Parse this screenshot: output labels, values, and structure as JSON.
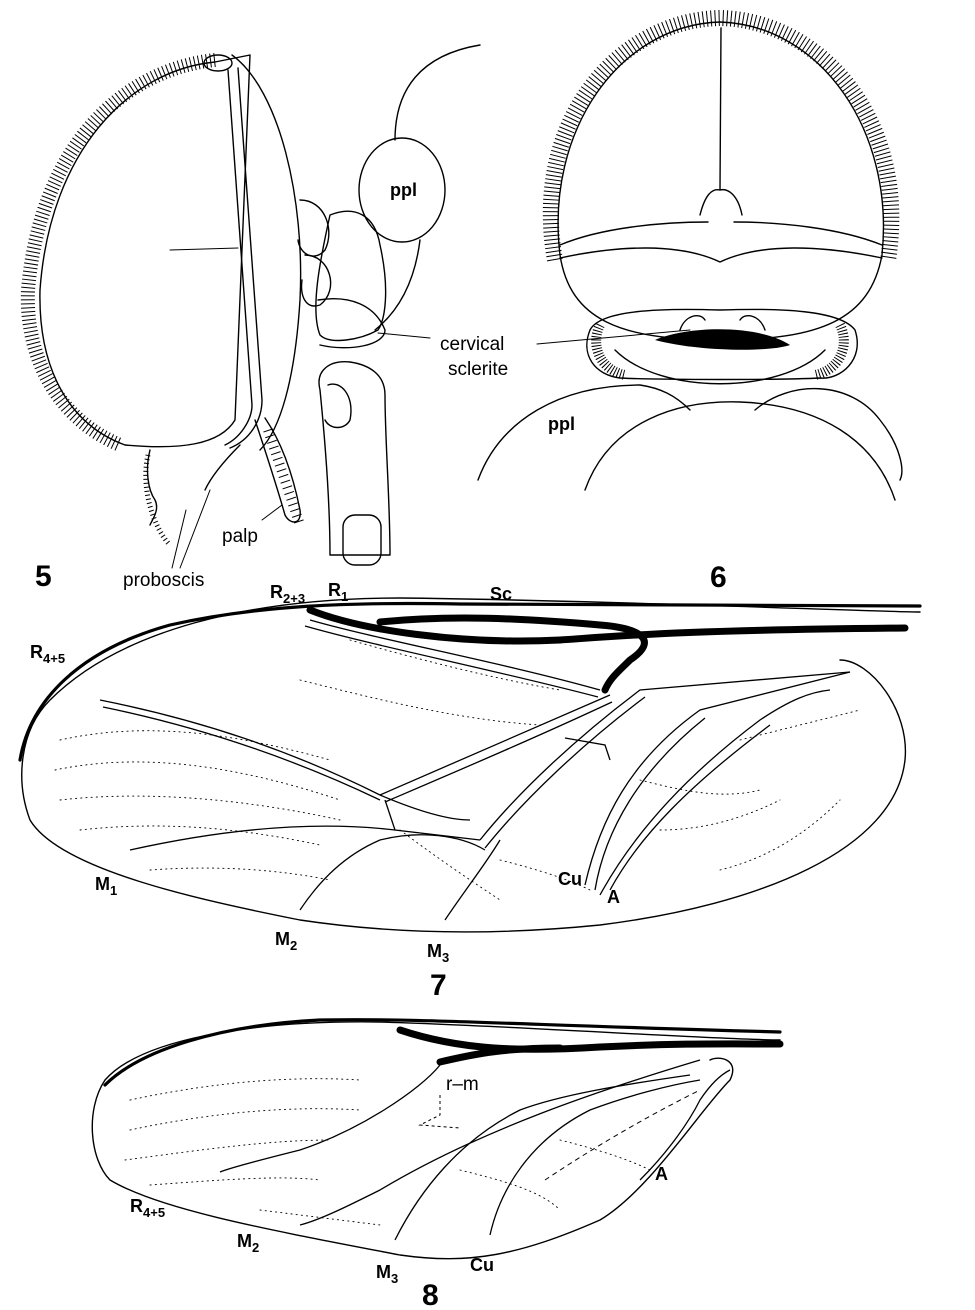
{
  "figures": {
    "fig5": {
      "number": "5",
      "labels": {
        "ppl": "ppl",
        "cervical": "cervical",
        "sclerite": "sclerite",
        "palp": "palp",
        "proboscis": "proboscis"
      }
    },
    "fig6": {
      "number": "6",
      "labels": {
        "ppl": "ppl"
      }
    },
    "fig7": {
      "number": "7",
      "labels": {
        "r23_base": "R",
        "r23_sub": "2+3",
        "r1_base": "R",
        "r1_sub": "1",
        "sc": "Sc",
        "r45_base": "R",
        "r45_sub": "4+5",
        "m1_base": "M",
        "m1_sub": "1",
        "m2_base": "M",
        "m2_sub": "2",
        "m3_base": "M",
        "m3_sub": "3",
        "cu": "Cu",
        "a": "A"
      }
    },
    "fig8": {
      "number": "8",
      "labels": {
        "rm": "r–m",
        "a": "A",
        "r45_base": "R",
        "r45_sub": "4+5",
        "m2_base": "M",
        "m2_sub": "2",
        "m3_base": "M",
        "m3_sub": "3",
        "cu": "Cu"
      }
    }
  }
}
